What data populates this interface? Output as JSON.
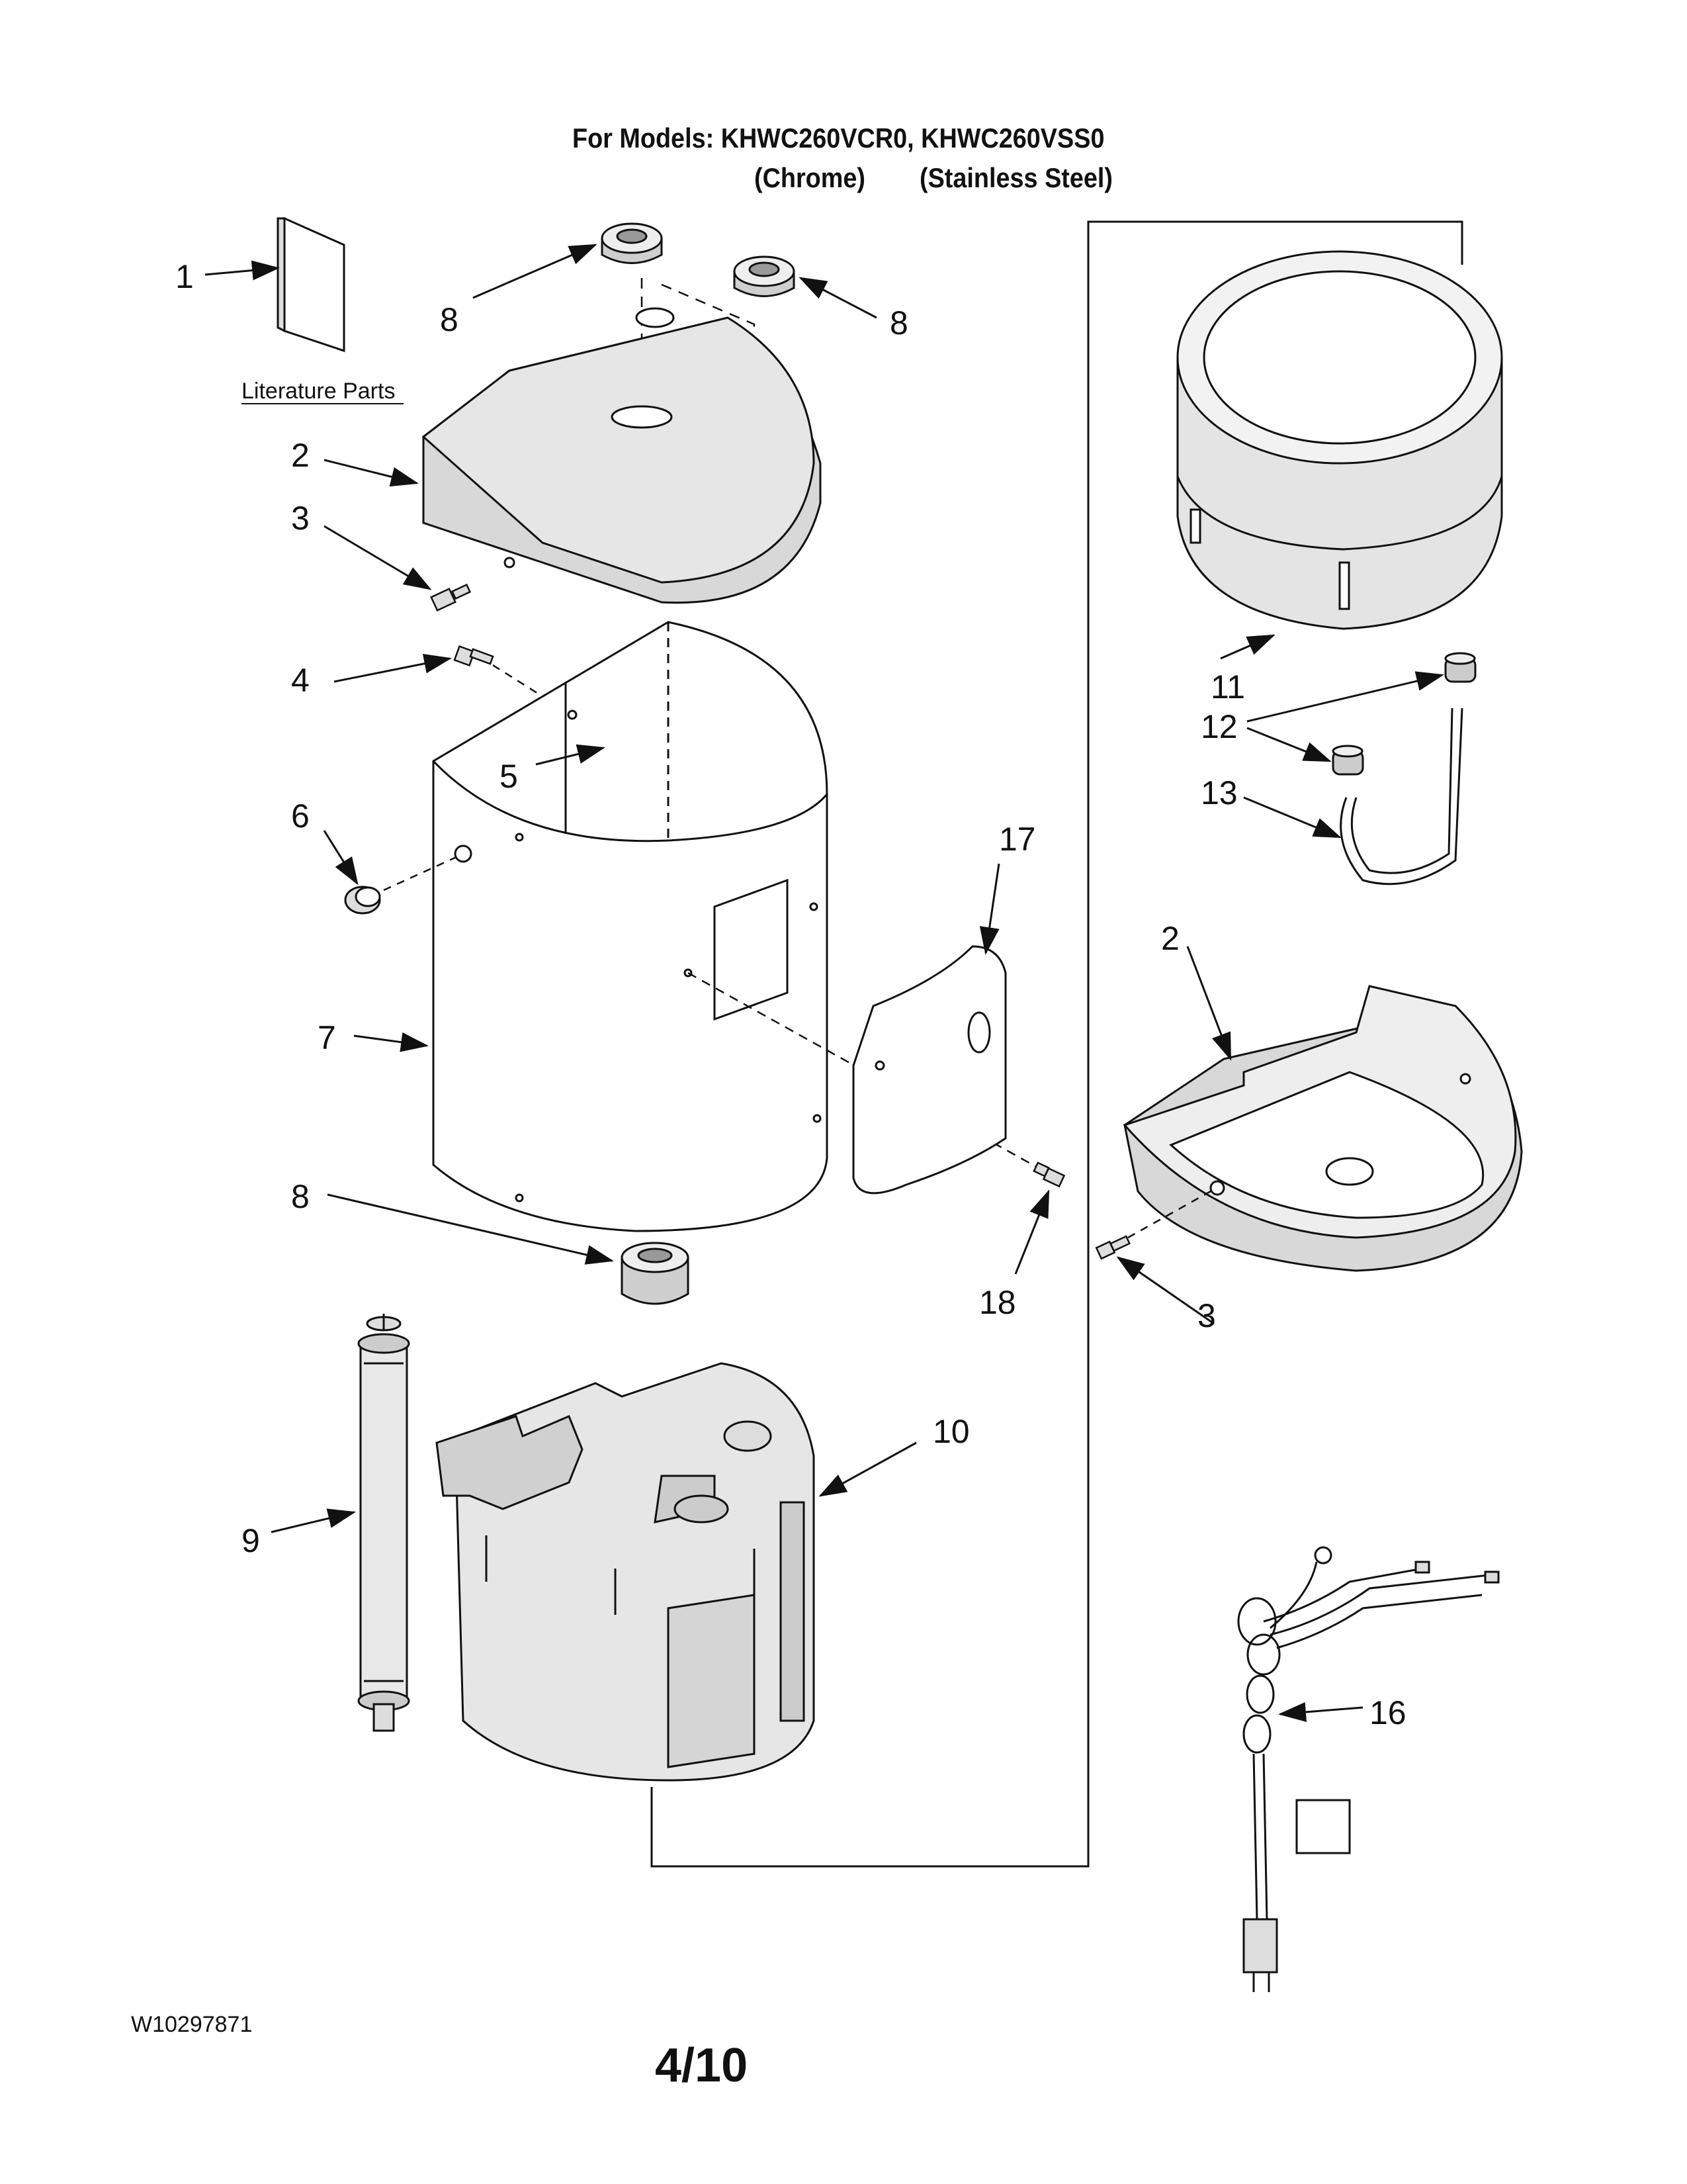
{
  "header": {
    "models_line": "For Models: KHWC260VCR0, KHWC260VSS0",
    "finish_chrome": "(Chrome)",
    "finish_stainless": "(Stainless Steel)"
  },
  "literature_label": "Literature Parts",
  "callouts": {
    "c1": "1",
    "c2a": "2",
    "c2b": "2",
    "c3a": "3",
    "c3b": "3",
    "c4": "4",
    "c5": "5",
    "c6": "6",
    "c7": "7",
    "c8a": "8",
    "c8b": "8",
    "c8c": "8",
    "c9": "9",
    "c10": "10",
    "c11": "11",
    "c12": "12",
    "c13": "13",
    "c16": "16",
    "c17": "17",
    "c18": "18"
  },
  "footer": {
    "doc_id": "W10297871",
    "page": "4/10"
  }
}
